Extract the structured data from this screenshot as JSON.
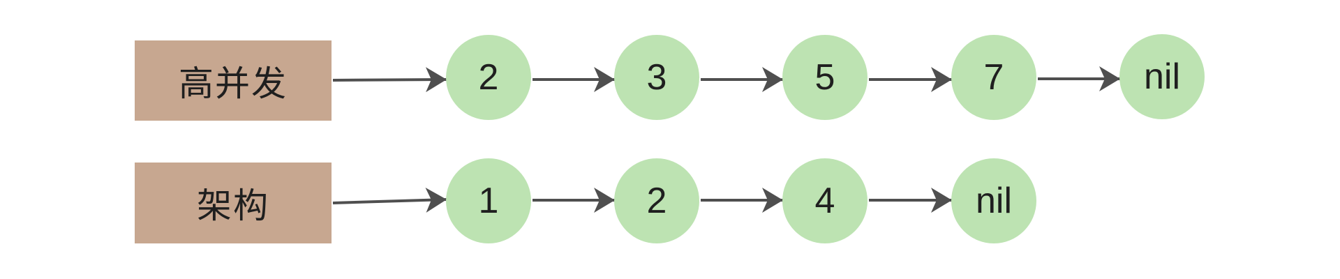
{
  "diagram_type": "linked-lists",
  "colors": {
    "background": "#ffffff",
    "label_box_fill": "#C7A790",
    "node_fill": "#BDE3B2",
    "arrow": "#4F4F4F",
    "text": "#1F1F1F"
  },
  "lists": [
    {
      "label": "高并发",
      "nodes": [
        "2",
        "3",
        "5",
        "7",
        "nil"
      ]
    },
    {
      "label": "架构",
      "nodes": [
        "1",
        "2",
        "4",
        "nil"
      ]
    }
  ]
}
